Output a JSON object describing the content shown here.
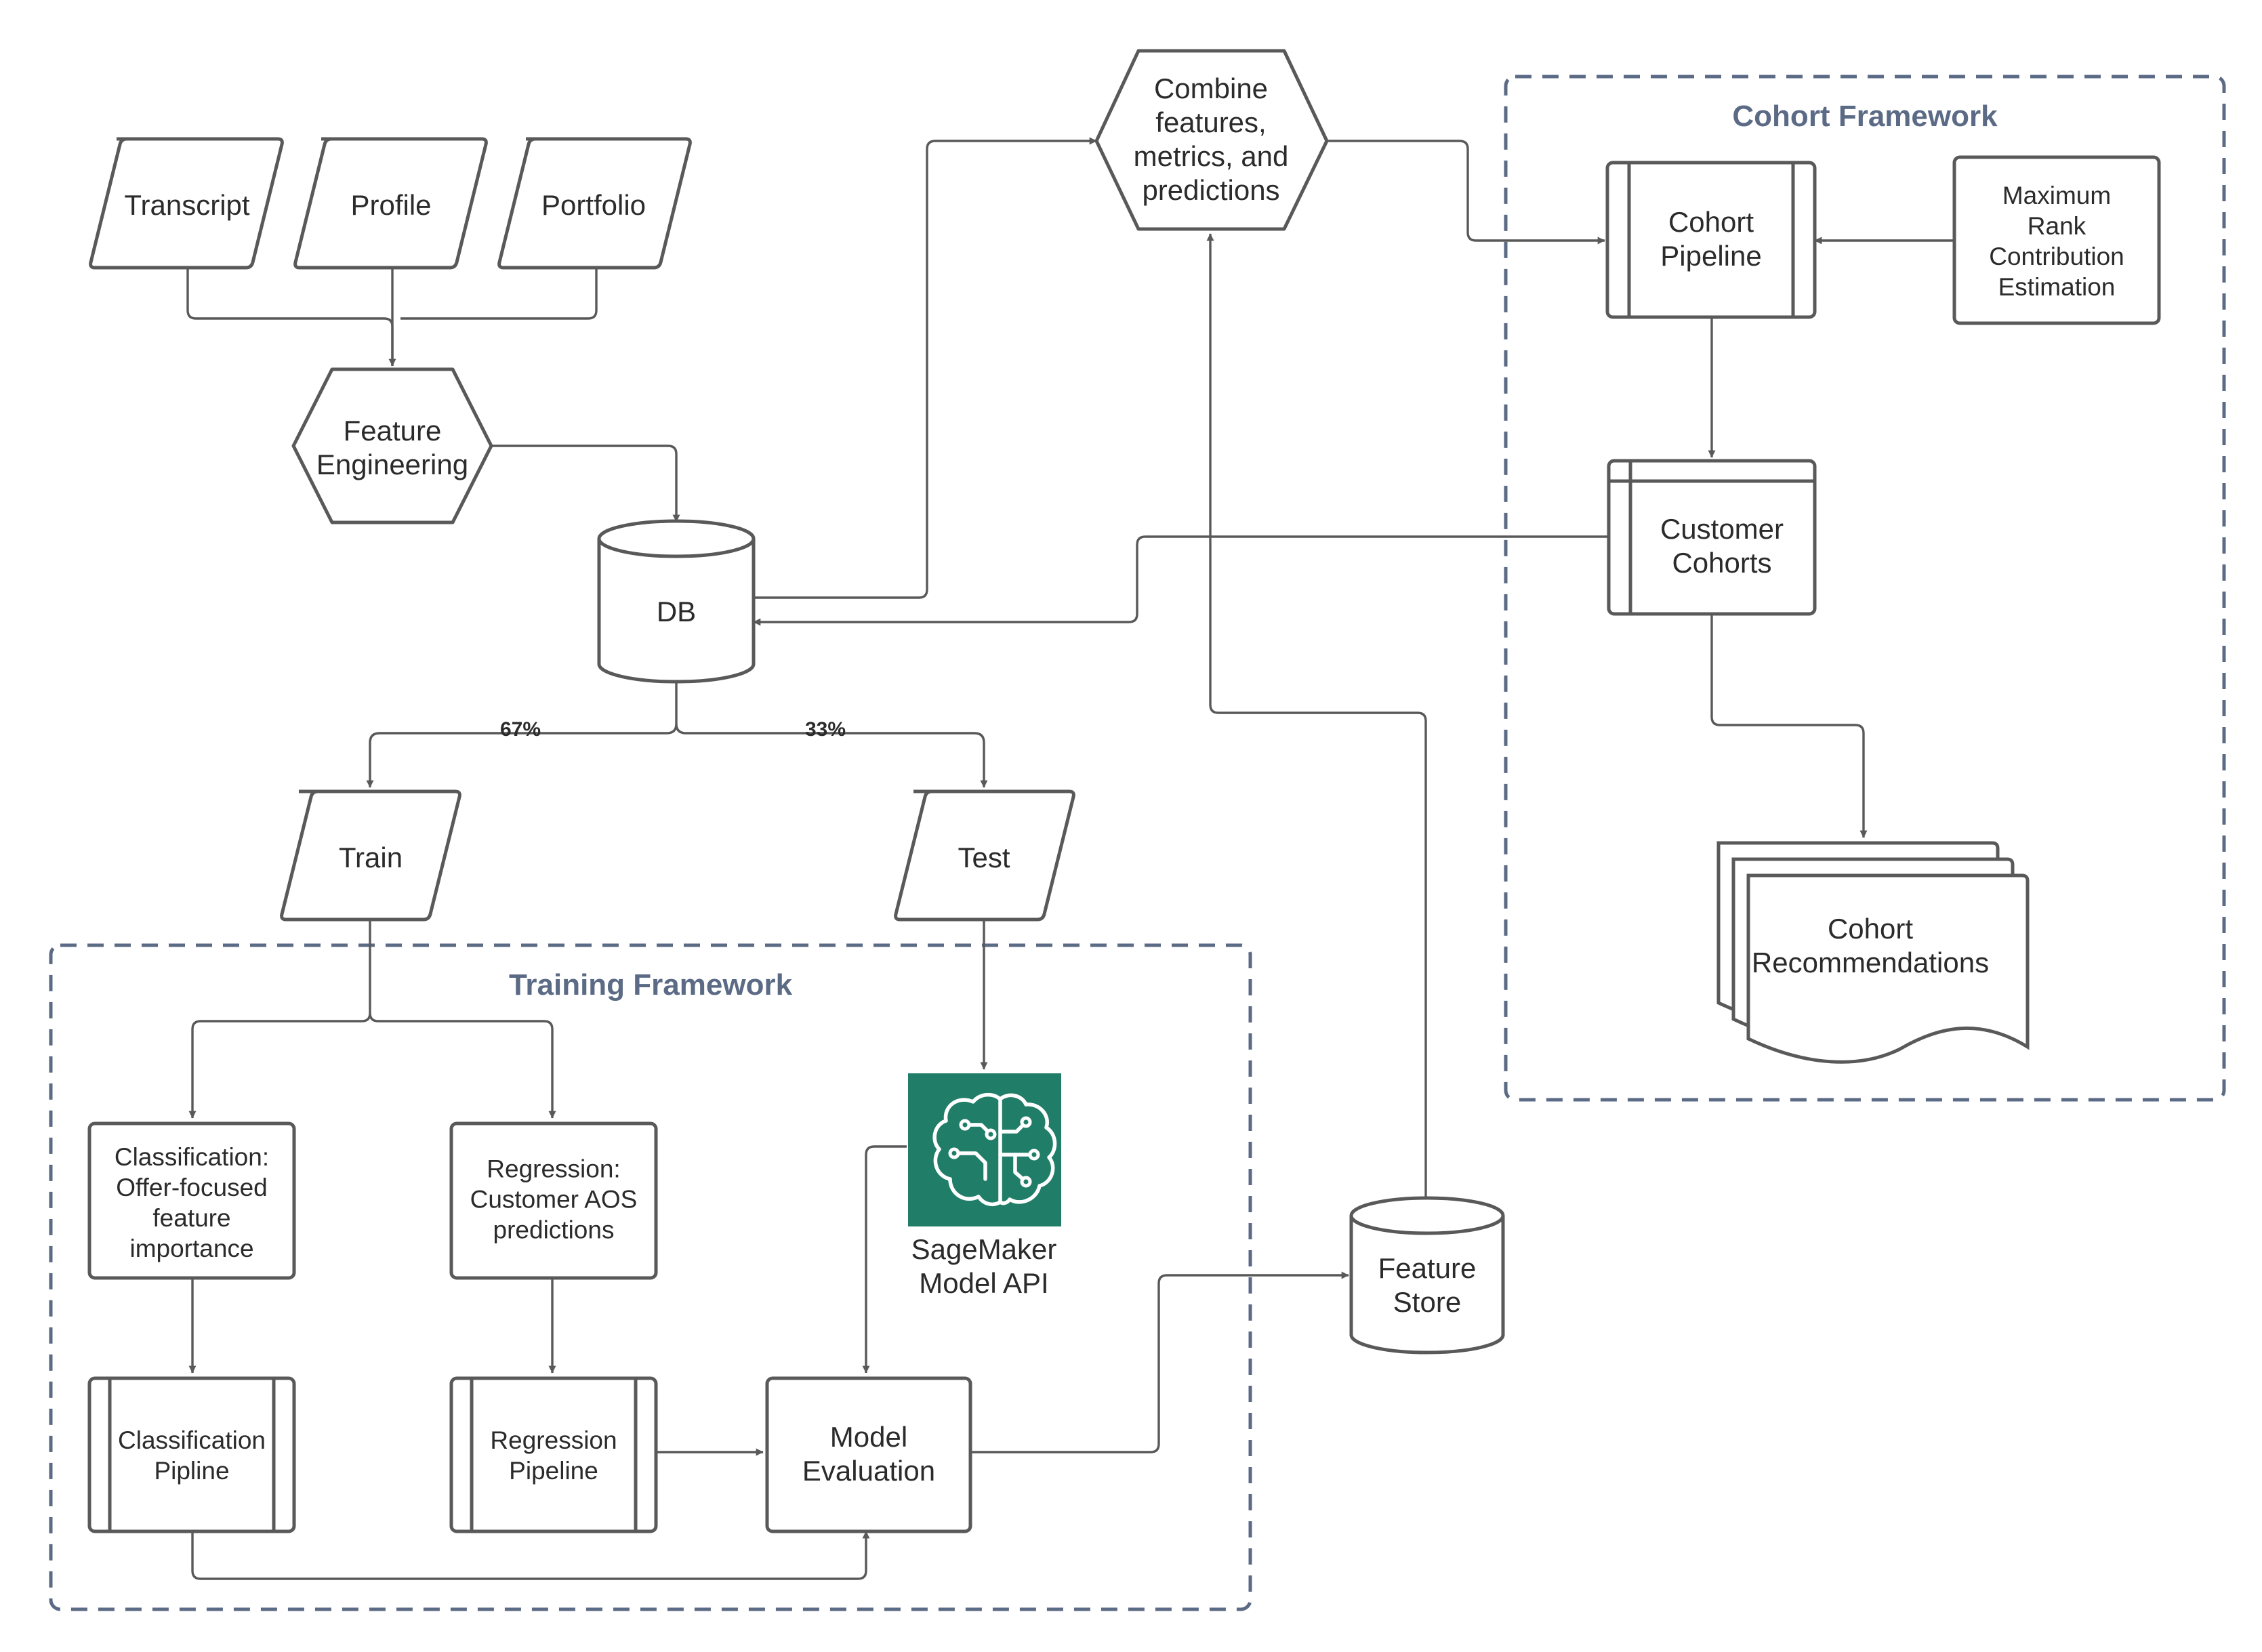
{
  "frames": {
    "training": "Training Framework",
    "cohort": "Cohort Framework"
  },
  "nodes": {
    "transcript": [
      "Transcript"
    ],
    "profile": [
      "Profile"
    ],
    "portfolio": [
      "Portfolio"
    ],
    "feature_engineering": [
      "Feature",
      "Engineering"
    ],
    "db": [
      "DB"
    ],
    "combine": [
      "Combine",
      "features,",
      "metrics, and",
      "predictions"
    ],
    "train": [
      "Train"
    ],
    "test": [
      "Test"
    ],
    "classification": [
      "Classification:",
      "Offer-focused",
      "feature",
      "importance"
    ],
    "regression": [
      "Regression:",
      "Customer AOS",
      "predictions"
    ],
    "classification_pipeline": [
      "Classification",
      "Pipline"
    ],
    "regression_pipeline": [
      "Regression",
      "Pipeline"
    ],
    "model_evaluation": [
      "Model",
      "Evaluation"
    ],
    "sagemaker": [
      "SageMaker",
      "Model API"
    ],
    "feature_store": [
      "Feature",
      "Store"
    ],
    "cohort_pipeline": [
      "Cohort",
      "Pipeline"
    ],
    "max_rank": [
      "Maximum",
      "Rank",
      "Contribution",
      "Estimation"
    ],
    "customer_cohorts": [
      "Customer",
      "Cohorts"
    ],
    "cohort_recommendations": [
      "Cohort",
      "Recommendations"
    ]
  },
  "edge_labels": {
    "train_split": "67%",
    "test_split": "33%"
  },
  "icons": {
    "sagemaker": "sagemaker-brain-icon"
  },
  "colors": {
    "stroke": "#595959",
    "frame": "#5b6a85",
    "sagemaker": "#1f7d68"
  }
}
